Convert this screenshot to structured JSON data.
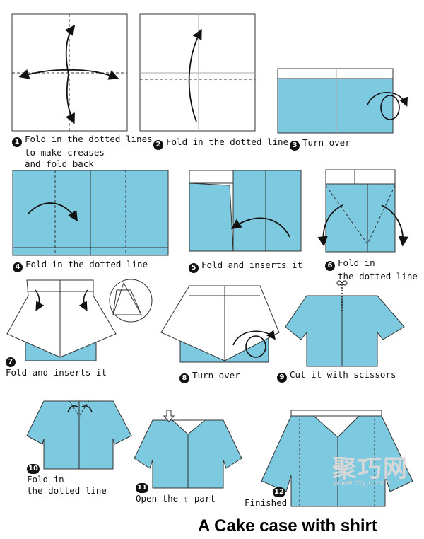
{
  "title": "A Cake case with shirt",
  "colors": {
    "paper_blue": "#7cc9e0",
    "outline": "#333333"
  },
  "watermark": {
    "cn": "聚巧网",
    "url": "www.diyju.com"
  },
  "steps": [
    {
      "num": "1",
      "lines": [
        "Fold in the dotted lines",
        "to make creases",
        "and fold back"
      ]
    },
    {
      "num": "2",
      "lines": [
        "Fold in the dotted line"
      ]
    },
    {
      "num": "3",
      "lines": [
        "Turn over"
      ]
    },
    {
      "num": "4",
      "lines": [
        "Fold in the dotted line"
      ]
    },
    {
      "num": "5",
      "lines": [
        "Fold and inserts it"
      ]
    },
    {
      "num": "6",
      "lines": [
        "Fold in",
        "the dotted line"
      ]
    },
    {
      "num": "7",
      "lines": [
        "Fold and inserts it"
      ]
    },
    {
      "num": "8",
      "lines": [
        "Turn over"
      ]
    },
    {
      "num": "9",
      "lines": [
        "Cut it with scissors"
      ]
    },
    {
      "num": "10",
      "lines": [
        "Fold in",
        "the dotted line"
      ]
    },
    {
      "num": "11",
      "lines": [
        "Open the",
        "part"
      ]
    },
    {
      "num": "12",
      "lines": [
        "Finished"
      ]
    }
  ]
}
